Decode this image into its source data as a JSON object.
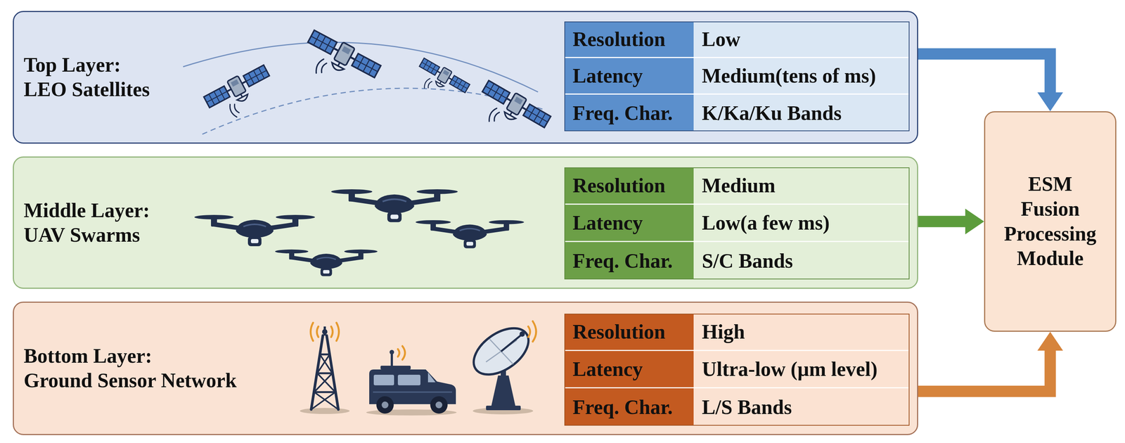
{
  "diagram": {
    "nodes": [
      {
        "text": [
          "Top Layer:",
          "LEO Satellites"
        ]
      },
      {
        "text": [
          "Middle Layer:",
          "UAV Swarms"
        ]
      },
      {
        "text": [
          "Bottom Layer:",
          "Ground Sensor Network"
        ]
      },
      {
        "text": [
          "ESM Fusion Processing Module"
        ]
      }
    ],
    "edges": [
      {
        "from": 0,
        "to": 3,
        "arrow": "to"
      },
      {
        "from": 1,
        "to": 3,
        "arrow": "to"
      },
      {
        "from": 2,
        "to": 3,
        "arrow": "to"
      }
    ],
    "labels": [
      "Resolution",
      "Low",
      "Latency",
      "Medium(tens of ms)",
      "Freq. Char.",
      "K/Ka/Ku Bands",
      "Resolution",
      "Medium",
      "Latency",
      "Low(a few ms)",
      "Freq. Char.",
      "S/C Bands",
      "Resolution",
      "High",
      "Latency",
      "Ultra-low (µm level)",
      "Freq. Char.",
      "L/S Bands"
    ]
  }
}
